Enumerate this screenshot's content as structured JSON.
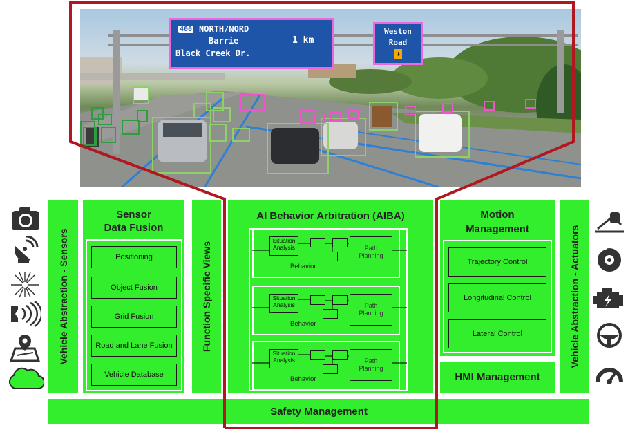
{
  "sensor_fusion": {
    "title_line1": "Sensor",
    "title_line2": "Data Fusion",
    "items": [
      "Positioning",
      "Object Fusion",
      "Grid Fusion",
      "Road and Lane Fusion",
      "Vehicle Database"
    ]
  },
  "vehicle_abstraction_sensors": "Vehicle Abstraction - Sensors",
  "function_specific_views": "Function Specific Views",
  "aiba": {
    "title": "AI Behavior Arbitration (AIBA)",
    "behaviors": [
      {
        "situation_line1": "Situation",
        "situation_line2": "Analysis",
        "path_line1": "Path",
        "path_line2": "Planning",
        "label": "Behavior"
      },
      {
        "situation_line1": "Situation",
        "situation_line2": "Analysis",
        "path_line1": "Path",
        "path_line2": "Planning",
        "label": "Behavior"
      },
      {
        "situation_line1": "Situation",
        "situation_line2": "Analysis",
        "path_line1": "Path",
        "path_line2": "Planning",
        "label": "Behavior"
      }
    ]
  },
  "motion_management": {
    "title_line1": "Motion",
    "title_line2": "Management",
    "items": [
      "Trajectory Control",
      "Longitudinal Control",
      "Lateral Control"
    ]
  },
  "hmi_management": "HMI Management",
  "vehicle_abstraction_actuators": "Vehicle Abstraction - Actuators",
  "safety_management": "Safety Management",
  "scene": {
    "sign_highway_number": "400",
    "sign_line1": "NORTH/NORD",
    "sign_line2": "Barrie",
    "sign_line3": "Black Creek Dr.",
    "sign_distance": "1 km",
    "sign2_line1": "Weston",
    "sign2_line2": "Road",
    "sign2_arrow": "➔"
  },
  "colors": {
    "module_green": "#33ee2d",
    "highlight_red": "#b0171f",
    "detection_light": "#8ed06a",
    "detection_dark": "#2d9e3e",
    "sign_detection": "#ee55cc",
    "sign_blue": "#1f55a8",
    "lane_blue": "#2f7fd4",
    "icon_gray": "#333333"
  },
  "sensor_icons": [
    "camera-icon",
    "radar-dish-icon",
    "lidar-burst-icon",
    "ultrasonic-icon",
    "map-location-icon",
    "cloud-icon"
  ],
  "actuator_icons": [
    "pedal-icon",
    "brake-disc-icon",
    "engine-icon",
    "steering-wheel-icon",
    "speedometer-icon"
  ]
}
